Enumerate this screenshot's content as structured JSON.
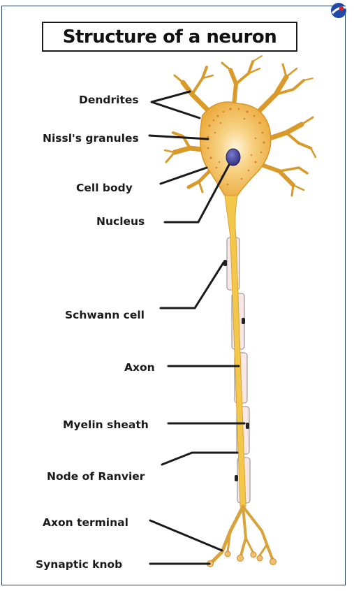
{
  "title": "Structure of a neuron",
  "brand_colors": {
    "frame": "#1f3a5c",
    "logo_blue": "#1f4aa8",
    "logo_red": "#d8232a"
  },
  "labels": {
    "dendrites": "Dendrites",
    "nissl": "Nissl's granules",
    "cell_body": "Cell body",
    "nucleus": "Nucleus",
    "schwann": "Schwann cell",
    "axon": "Axon",
    "myelin": "Myelin sheath",
    "ranvier": "Node of Ranvier",
    "axon_terminal": "Axon terminal",
    "synaptic_knob": "Synaptic knob"
  },
  "colors": {
    "cell_body": "#f0b23e",
    "nucleus": "#4a4aa0",
    "axon": "#f3c74a",
    "myelin": "#f7e7e7",
    "pointer": "#1a1a1a"
  }
}
